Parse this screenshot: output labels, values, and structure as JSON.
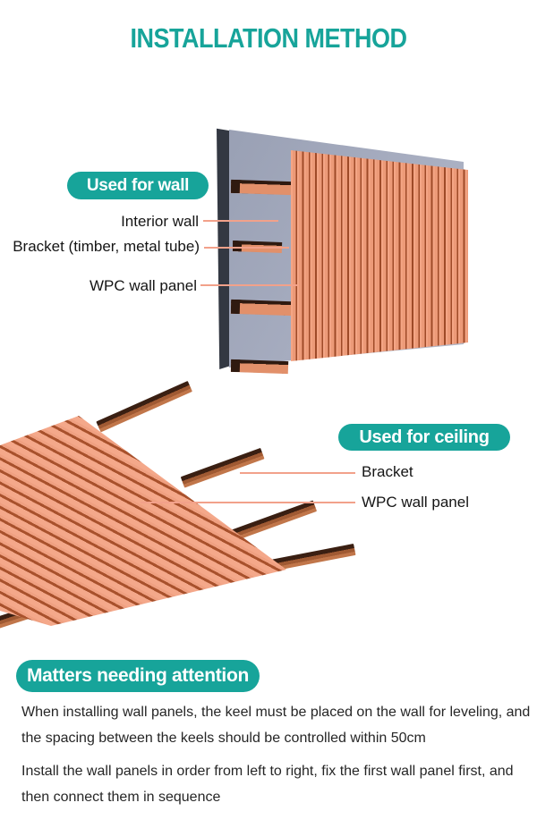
{
  "title": "INSTALLATION METHOD",
  "wall": {
    "badge": "Used for wall",
    "labels": {
      "interior": "Interior wall",
      "bracket": "Bracket (timber, metal tube)",
      "panel": "WPC wall panel"
    }
  },
  "ceiling": {
    "badge": "Used for ceiling",
    "labels": {
      "bracket": "Bracket",
      "panel": "WPC wall panel"
    }
  },
  "attention": {
    "badge": "Matters needing attention",
    "paragraphs": [
      "When installing wall panels, the keel must be placed on the wall for leveling, and the spacing between the keels should be controlled within 50cm",
      "Install the wall panels in order from left to right, fix the first wall panel first, and then connect them in sequence"
    ]
  },
  "colors": {
    "accent_teal": "#17a49a",
    "badge_text": "#ffffff",
    "panel_salmon": "#efa081",
    "panel_groove": "#a8512c",
    "interior_wall_gray": "#a7adc0",
    "wall_edge_dark": "#333842",
    "bracket_copper": "#e2906a",
    "beam_dark_brown": "#3a1f12",
    "beam_copper": "#c1764a",
    "leader_line_salmon": "#f2a18a",
    "body_text": "#262626"
  }
}
